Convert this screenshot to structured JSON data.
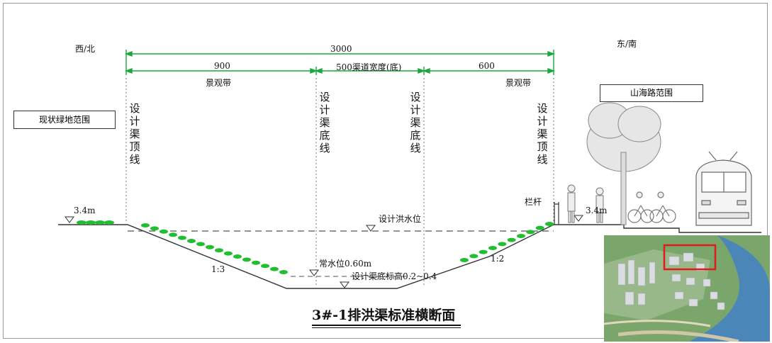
{
  "diagram": {
    "title": "3#-1排洪渠标准横断面",
    "direction_left": "西/北",
    "direction_right": "东/南",
    "dim_total": "3000",
    "dim_left": "900",
    "dim_mid": "500渠道宽度(底)",
    "dim_right": "600",
    "landscape_left": "景观带",
    "landscape_right": "景观带",
    "box_left": "现状绿地范围",
    "box_right": "山海路范围",
    "line_top_left": "设计渠顶线",
    "line_bottom_left": "设计渠底线",
    "line_bottom_right": "设计渠底线",
    "line_top_right": "设计渠顶线",
    "elev_left": "3.4m",
    "elev_right": "3.4m",
    "railing": "栏杆",
    "flood_level": "设计洪水位",
    "normal_level": "常水位0.60m",
    "bottom_elev": "设计渠底标高0.2~0.4",
    "slope_left": "1:3",
    "slope_right": "1:2"
  },
  "colors": {
    "dimension": "#1aa83a",
    "grass": "#1fbf2f",
    "line": "#333333",
    "inset_highlight": "#e01b1b"
  }
}
